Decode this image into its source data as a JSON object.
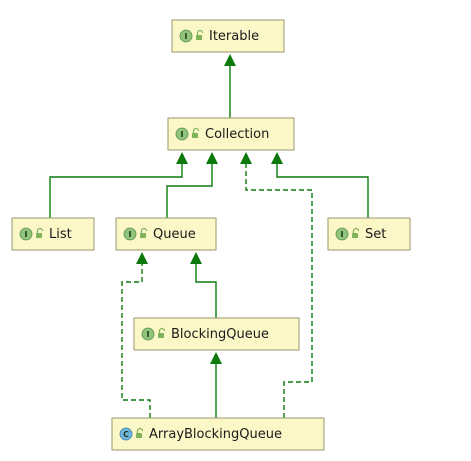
{
  "nodes": [
    {
      "id": "iterable",
      "label": "Iterable",
      "kind": "I",
      "icon": "interface-icon"
    },
    {
      "id": "collection",
      "label": "Collection",
      "kind": "I",
      "icon": "interface-icon"
    },
    {
      "id": "list",
      "label": "List",
      "kind": "I",
      "icon": "interface-icon"
    },
    {
      "id": "queue",
      "label": "Queue",
      "kind": "I",
      "icon": "interface-icon"
    },
    {
      "id": "set",
      "label": "Set",
      "kind": "I",
      "icon": "interface-icon"
    },
    {
      "id": "blockingqueue",
      "label": "BlockingQueue",
      "kind": "I",
      "icon": "interface-icon"
    },
    {
      "id": "arrayblockingqueue",
      "label": "ArrayBlockingQueue",
      "kind": "C",
      "icon": "class-icon"
    }
  ],
  "edges": [
    {
      "from": "collection",
      "to": "iterable",
      "style": "solid"
    },
    {
      "from": "list",
      "to": "collection",
      "style": "solid"
    },
    {
      "from": "queue",
      "to": "collection",
      "style": "solid"
    },
    {
      "from": "set",
      "to": "collection",
      "style": "solid"
    },
    {
      "from": "blockingqueue",
      "to": "queue",
      "style": "solid"
    },
    {
      "from": "arrayblockingqueue",
      "to": "blockingqueue",
      "style": "solid"
    },
    {
      "from": "arrayblockingqueue",
      "to": "queue",
      "style": "dashed"
    },
    {
      "from": "arrayblockingqueue",
      "to": "collection",
      "style": "dashed"
    }
  ],
  "colors": {
    "node_fill": "#fbf7c7",
    "node_border": "#9a9a6e",
    "edge": "#0b7a0b",
    "interface_badge": "#8fc47a",
    "class_badge": "#6fb7e0",
    "access_lock": "#7fb35a"
  }
}
